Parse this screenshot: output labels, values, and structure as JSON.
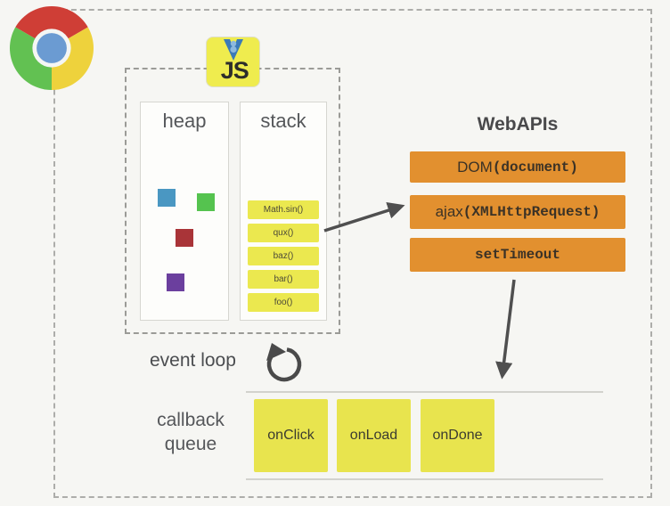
{
  "diagram": {
    "runtime": {
      "js_label": "JS",
      "heap": {
        "title": "heap",
        "objects": [
          {
            "color": "#4a97c2"
          },
          {
            "color": "#55c34f"
          },
          {
            "color": "#a93438"
          },
          {
            "color": "#6b3f9e"
          }
        ]
      },
      "stack": {
        "title": "stack",
        "frames": [
          "Math.sin()",
          "qux()",
          "baz()",
          "bar()",
          "foo()"
        ]
      }
    },
    "webapis": {
      "title": "WebAPIs",
      "boxes": [
        {
          "label": "DOM ",
          "code": "(document)"
        },
        {
          "label": "ajax ",
          "code": "(XMLHttpRequest)"
        },
        {
          "label": "",
          "code": "setTimeout"
        }
      ]
    },
    "event_loop": {
      "label": "event loop"
    },
    "callback_queue": {
      "label_line1": "callback",
      "label_line2": "queue",
      "items": [
        "onClick",
        "onLoad",
        "onDone"
      ]
    },
    "icons": {
      "browser": "chrome-logo",
      "badge": "v8-js-logo",
      "loop": "event-loop-counterclockwise-arrow"
    },
    "colors": {
      "orange": "#e2902f",
      "yellow_badge": "#efec4e",
      "yellow_frame": "#ebe84f",
      "yellow_queue": "#e8e44e",
      "arrow": "#4f4f4f"
    }
  }
}
